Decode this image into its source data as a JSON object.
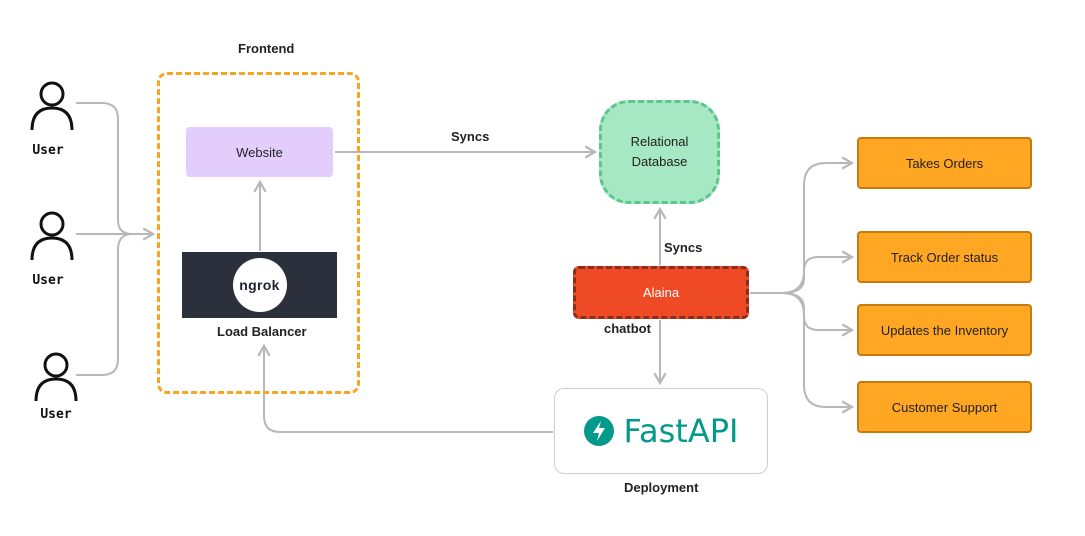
{
  "users": [
    {
      "label": "User"
    },
    {
      "label": "User"
    },
    {
      "label": "User"
    }
  ],
  "frontend": {
    "title": "Frontend",
    "website": "Website",
    "ngrok_logo_text": "ngrok",
    "load_balancer": "Load Balancer"
  },
  "edges": {
    "website_to_db": "Syncs",
    "alaina_to_db": "Syncs"
  },
  "database": {
    "line1": "Relational",
    "line2": "Database"
  },
  "chatbot": {
    "name": "Alaina",
    "caption": "chatbot"
  },
  "deployment": {
    "logo_text": "FastAPI",
    "caption": "Deployment"
  },
  "tasks": [
    {
      "label": "Takes Orders"
    },
    {
      "label": "Track Order status"
    },
    {
      "label": "Updates the Inventory"
    },
    {
      "label": "Customer Support"
    }
  ],
  "colors": {
    "frontend_border": "#f5a623",
    "website_fill": "#e3cdfd",
    "db_fill": "#a6e7c4",
    "alaina_fill": "#ee4a25",
    "task_fill": "#ffa623",
    "fastapi_green": "#05998b",
    "connector": "#b8b8b8"
  },
  "icons": {
    "user": "user-outline-icon",
    "fastapi": "lightning-bolt-icon"
  }
}
